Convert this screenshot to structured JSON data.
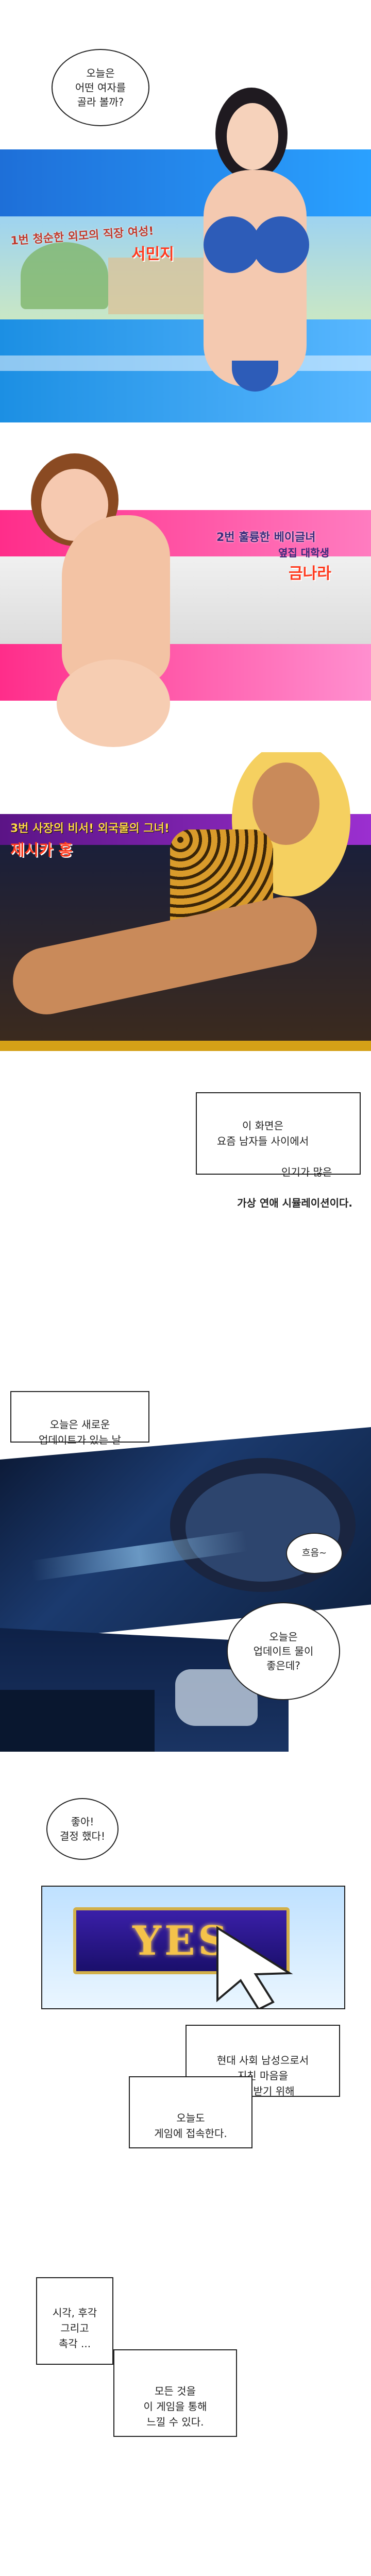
{
  "intro": {
    "bubble_text": "오늘은\n어떤 여자를\n골라 볼까?"
  },
  "girls": [
    {
      "caption": "1번 청순한 외모의 직장 여성!",
      "name": "서민지"
    },
    {
      "caption_line1": "2번 훌륭한 베이글녀",
      "caption_line2": "옆집 대학생",
      "name": "금나라"
    },
    {
      "caption": "3번 사장의 비서! 외국물의 그녀!",
      "name": "제시카 홍"
    }
  ],
  "narration": {
    "box1_line1": "이 화면은\n요즘 남자들 사이에서",
    "box1_line2": "인기가 많은",
    "box1_bold": "가상 연애 시뮬레이션이다.",
    "box2": "오늘은 새로운\n업데이트가 있는 날"
  },
  "bubbles": {
    "hmm": "흐음~",
    "update_question": "오늘은\n업데이트 물이\n좋은데?",
    "decided": "좋아!\n결정 했다!"
  },
  "game_button": {
    "label": "YES"
  },
  "narration2": {
    "box3": "현대 사회 남성으로서\n지친 마음을\n위로 받기 위해",
    "box4": "오늘도\n게임에 접속한다.",
    "box5": "시각, 후각\n그리고\n촉각 ...",
    "box6": "모든 것을\n이 게임을 통해\n느낄 수 있다."
  },
  "colors": {
    "blue_band": "#2a7de1",
    "pink_band": "#ff2d8a",
    "purple_band": "#6a1b9a",
    "name_color": "#ff3b1f",
    "yes_gold": "#f4c24a"
  }
}
